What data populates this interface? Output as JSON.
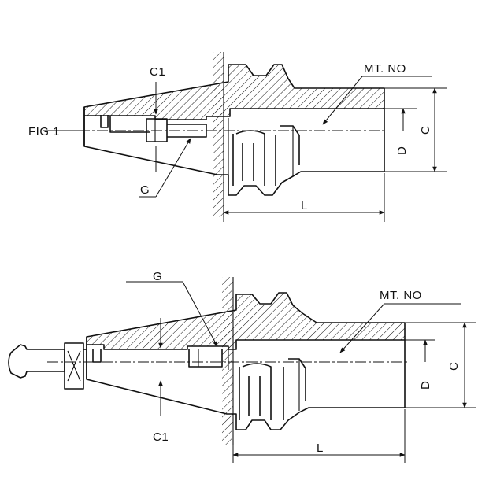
{
  "labels": {
    "fig1": "FIG 1",
    "fig1_c1": "C1",
    "fig1_g": "G",
    "fig1_mtno": "MT. NO",
    "fig1_c": "C",
    "fig1_d": "D",
    "fig1_l": "L",
    "fig2_g": "G",
    "fig2_mtno": "MT. NO",
    "fig2_c": "C",
    "fig2_d": "D",
    "fig2_l": "L",
    "fig2_c1": "C1"
  },
  "colors": {
    "ink": "#111111",
    "background": "#ffffff"
  }
}
